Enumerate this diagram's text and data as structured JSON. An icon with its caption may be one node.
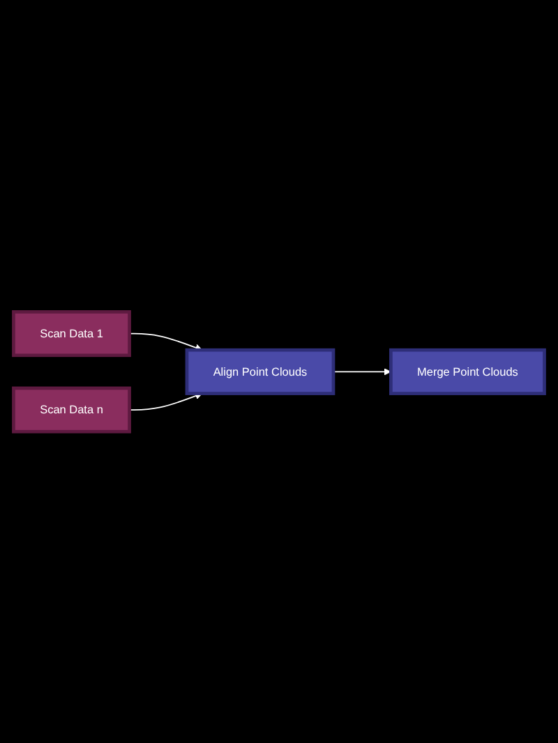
{
  "diagram": {
    "nodes": [
      {
        "text": [
          "Scan Data 1"
        ]
      },
      {
        "text": [
          "Scan Data  n"
        ]
      },
      {
        "text": [
          "Align Point Clouds"
        ]
      },
      {
        "text": [
          "Merge Point Clouds"
        ]
      }
    ],
    "edges": [
      {
        "from": 0,
        "to": 2,
        "arrow": "to"
      },
      {
        "from": 1,
        "to": 2,
        "arrow": "to"
      },
      {
        "from": 2,
        "to": 3,
        "arrow": "to"
      }
    ]
  }
}
